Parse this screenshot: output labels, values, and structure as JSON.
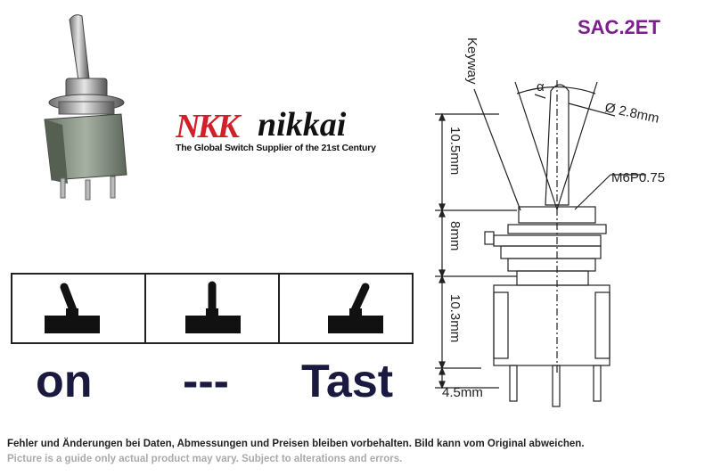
{
  "model": "SAC.2ET",
  "brand": {
    "name": "nikkai",
    "mark": "NKK",
    "tagline": "The Global Switch Supplier of the 21st Century",
    "mark_color": "#d0202a"
  },
  "positions": [
    "on",
    "---",
    "Tast"
  ],
  "dimensions": {
    "keyway": "Keyway",
    "alpha": "α",
    "diameter": "Ø 2.8mm",
    "thread": "M6P0.75",
    "lever_height": "10.5mm",
    "bushing_height": "8mm",
    "body_height": "10.3mm",
    "pin_length": "4.5mm"
  },
  "disclaimer": {
    "de": "Fehler und Änderungen bei Daten, Abmessungen und Preisen bleiben vorbehalten. Bild kann vom Original abweichen.",
    "en": "Picture is a guide only actual product may vary. Subject to alterations and errors."
  },
  "colors": {
    "model": "#7b1f8a",
    "labels": "#1a1a40"
  }
}
